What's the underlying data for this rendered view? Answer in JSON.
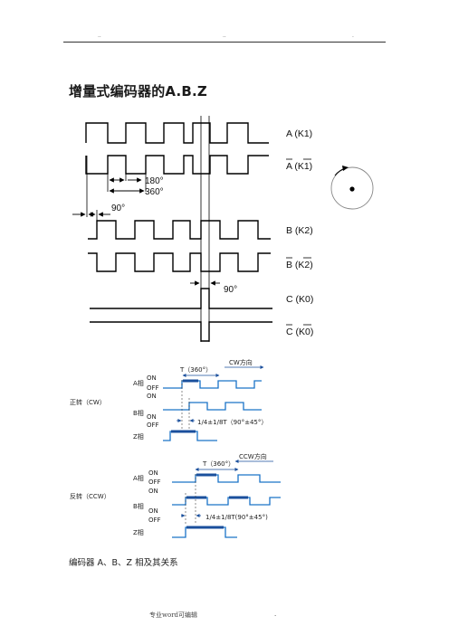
{
  "header": {
    "dots": [
      "..",
      "..",
      "."
    ]
  },
  "title": "增量式编码器的A.B.Z",
  "diagram": {
    "signals": [
      {
        "id": "A",
        "label": "A (K1)"
      },
      {
        "id": "Abar",
        "label": "A (K1)"
      },
      {
        "id": "B",
        "label": "B (K2)"
      },
      {
        "id": "Bbar",
        "label": "B (K2)"
      },
      {
        "id": "C",
        "label": "C (K0)"
      },
      {
        "id": "Cbar",
        "label": "C (K0)"
      }
    ],
    "annotations": {
      "deg180": "180°",
      "deg360": "360°",
      "deg90_left": "90°",
      "deg90_right": "90°"
    }
  },
  "cw_chart": {
    "side_label": "正转（CW）",
    "period_label": "T（360°）",
    "direction_label": "CW方向",
    "phase_label": "1/4±1/8T（90°±45°）",
    "rows": [
      {
        "name": "A相",
        "on": "ON",
        "off": "OFF"
      },
      {
        "name": "B相",
        "on": "ON",
        "off": "OFF"
      },
      {
        "name": "Z相"
      }
    ],
    "colors": {
      "wave": "#1a73c8",
      "marker": "#1a4f9c"
    }
  },
  "ccw_chart": {
    "side_label": "反转（CCW）",
    "period_label": "T（360°）",
    "direction_label": "CCW方向",
    "phase_label": "1/4±1/8T(90°±45°)",
    "rows": [
      {
        "name": "A相",
        "on": "ON",
        "off": "OFF"
      },
      {
        "name": "B相",
        "on": "ON",
        "off": "OFF"
      },
      {
        "name": "Z相"
      }
    ]
  },
  "caption": "编码器 A、B、Z 相及其关系",
  "footer": {
    "left": "专业word可编辑",
    "right": "."
  }
}
